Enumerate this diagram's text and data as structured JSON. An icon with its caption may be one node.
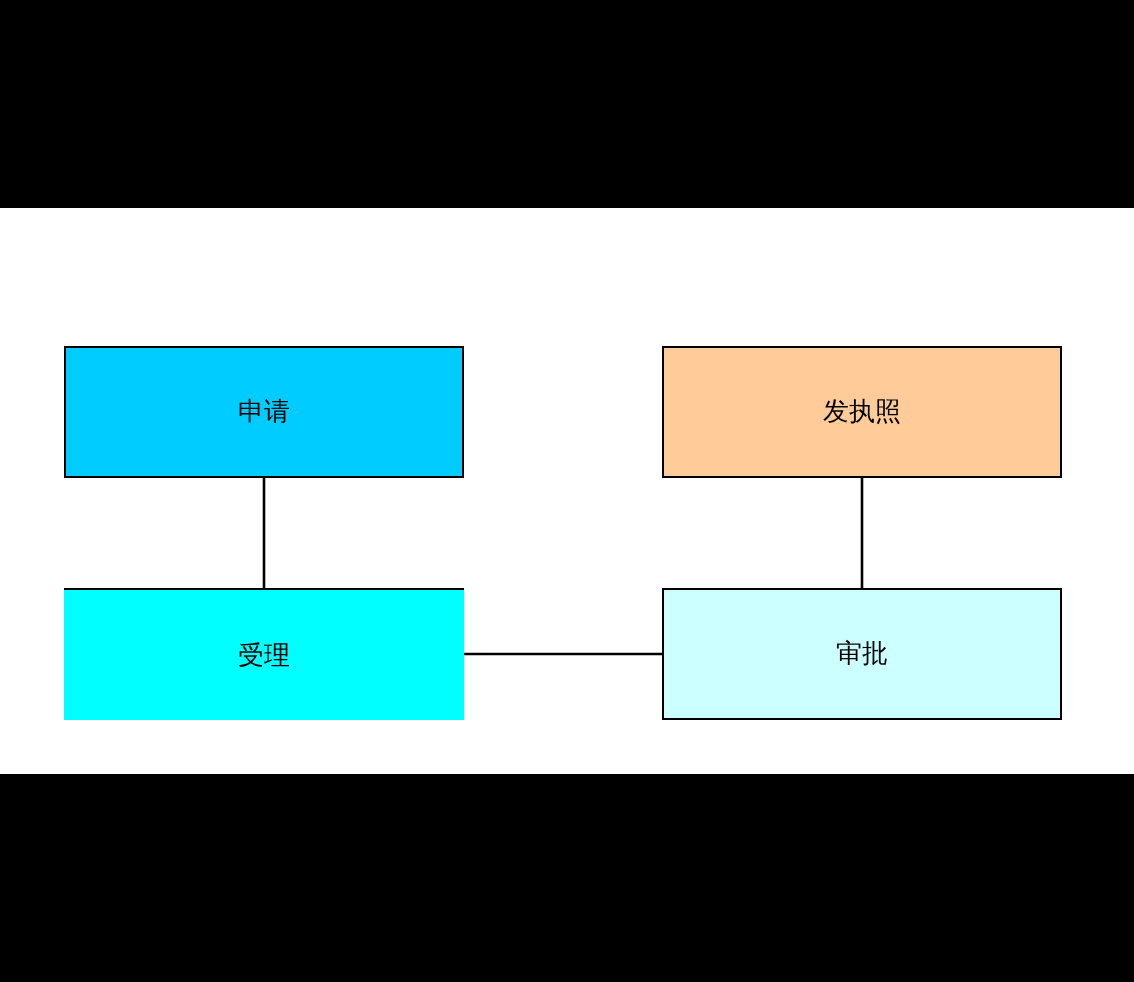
{
  "diagram": {
    "nodes": [
      {
        "text": [
          "申请"
        ]
      },
      {
        "text": [
          "受理"
        ]
      },
      {
        "text": [
          "发执照"
        ]
      },
      {
        "text": [
          "审批"
        ]
      }
    ],
    "edges": [
      {
        "from": 0,
        "to": 1,
        "arrow": "none"
      },
      {
        "from": 1,
        "to": 3,
        "arrow": "none"
      },
      {
        "from": 2,
        "to": 3,
        "arrow": "none"
      }
    ]
  }
}
